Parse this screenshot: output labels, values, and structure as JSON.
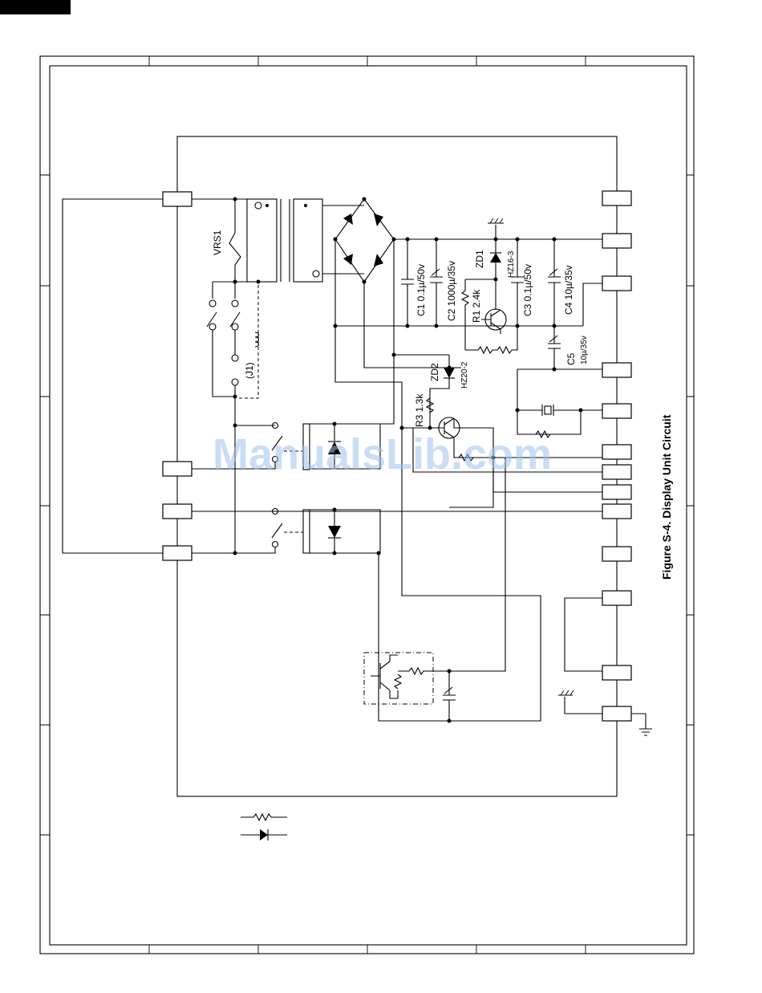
{
  "figure": {
    "caption": "Figure S-4. Display Unit Circuit"
  },
  "watermark": "ManualsLib.com",
  "components": {
    "vrs1": "VRS1",
    "j1": "(J1)",
    "c1": "C1 0.1µ/50v",
    "c2": "C2 1000µ/35v",
    "zd1": "ZD1",
    "zd1_part": "HZ16-3",
    "r1": "R1 2.4k",
    "c3": "C3 0.1µ/50v",
    "c4": "C4 10µ/35v",
    "c5": "C5",
    "c5_value": "10µ/35v",
    "zd2": "ZD2",
    "zd2_part": "HZ20-2",
    "r3": "R3 1.3k"
  },
  "colors": {
    "line": "#000000",
    "watermark": "#9fc1ec",
    "corner_tab": "#000000"
  }
}
